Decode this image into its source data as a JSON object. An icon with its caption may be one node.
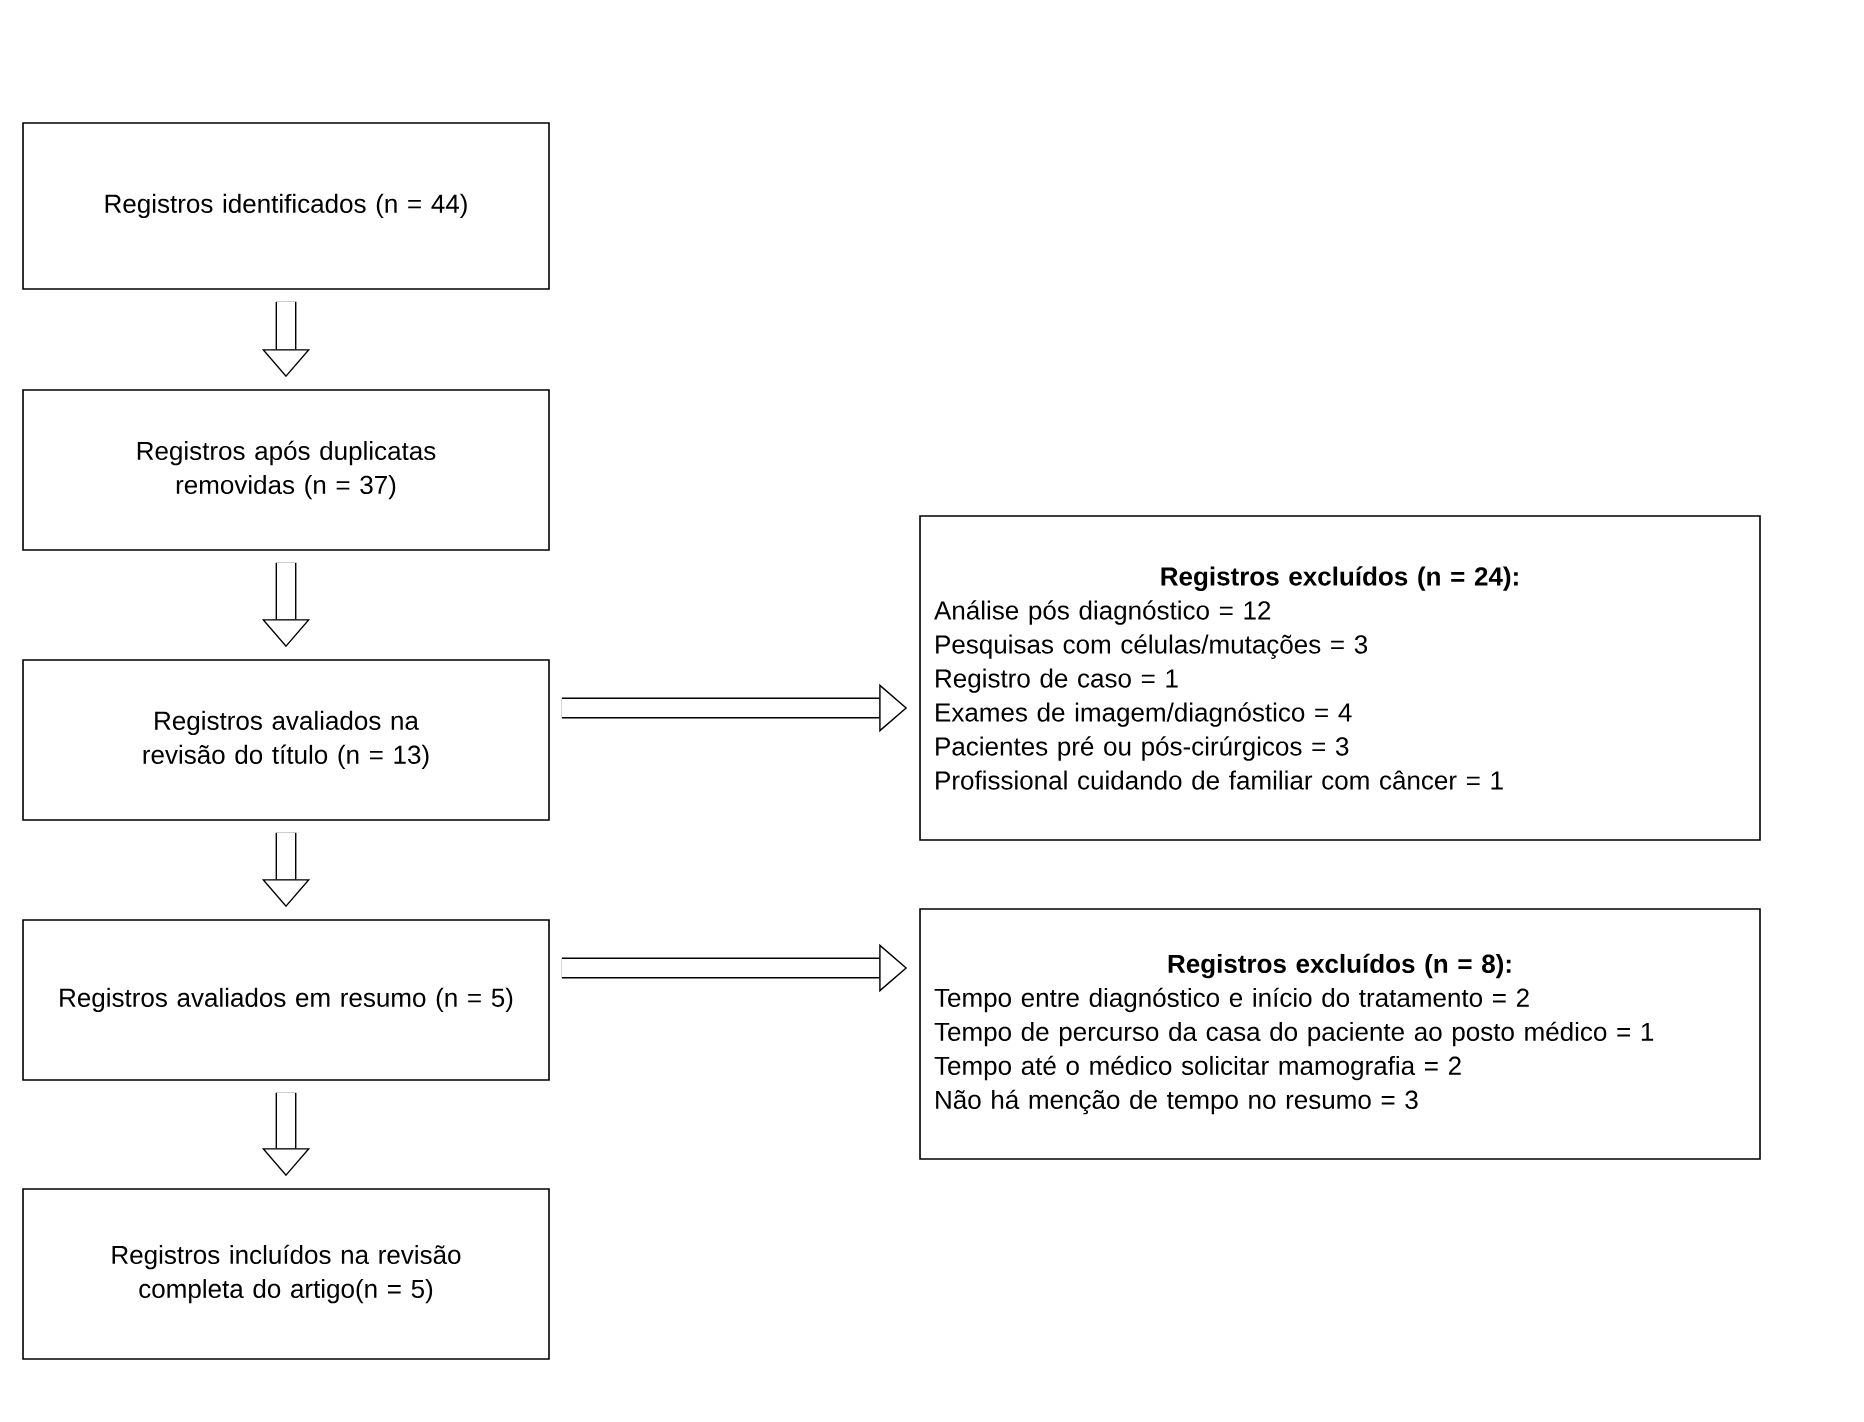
{
  "diagram": {
    "nodes": [
      {
        "text": [
          "Registros identificados (n = 44)"
        ]
      },
      {
        "text": [
          "Registros após duplicatas removidas (n = 37)"
        ]
      },
      {
        "text": [
          "Registros avaliados na revisão do título (n = 13)"
        ]
      },
      {
        "text": [
          "Registros avaliados em resumo (n = 5)"
        ]
      },
      {
        "text": [
          "Registros incluídos na revisão completa do artigo(n = 5)"
        ]
      },
      {
        "text": [
          "Registros excluídos (n = 24):",
          "Análise pós diagnóstico = 12",
          "Pesquisas com células/mutações = 3",
          "Registro de caso = 1",
          "Exames de imagem/diagnóstico = 4",
          "Pacientes pré ou pós-cirúrgicos = 3",
          "Profissional cuidando de familiar com câncer = 1"
        ]
      },
      {
        "text": [
          "Registros excluídos (n = 8):",
          "Tempo entre diagnóstico e início do tratamento = 2",
          "Tempo de percurso da casa do paciente ao posto médico = 1",
          "Tempo até o médico solicitar mamografia = 2",
          "Não há menção de tempo no resumo = 3"
        ]
      }
    ],
    "edges": [
      {
        "from": 0,
        "to": 1,
        "arrow": "to"
      },
      {
        "from": 1,
        "to": 2,
        "arrow": "to"
      },
      {
        "from": 2,
        "to": 3,
        "arrow": "to"
      },
      {
        "from": 3,
        "to": 4,
        "arrow": "to"
      },
      {
        "from": 2,
        "to": 5,
        "arrow": "to"
      },
      {
        "from": 3,
        "to": 6,
        "arrow": "to"
      }
    ]
  }
}
